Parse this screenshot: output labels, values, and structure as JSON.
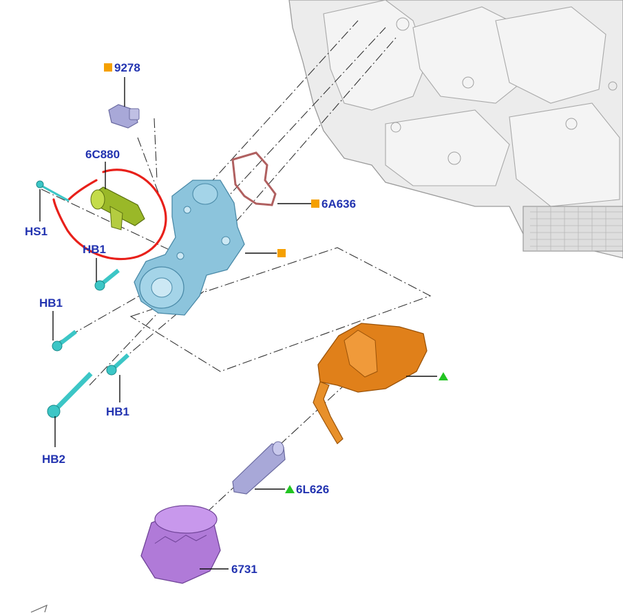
{
  "labels": {
    "sensor_9278": "9278",
    "solenoid_6c880": "6C880",
    "gasket_6a636": "6A636",
    "stud_hs1": "HS1",
    "bolt_hb1_a": "HB1",
    "bolt_hb1_b": "HB1",
    "bolt_hb1_c": "HB1",
    "bolt_hb2": "HB2",
    "adapter_6l626": "6L626",
    "filter_6731": "6731"
  },
  "colors": {
    "label_text": "#2233b0",
    "square_marker": "#f5a000",
    "triangle_marker": "#22c422",
    "highlight_circle": "#e8201a",
    "bolts": "#3cc6c6",
    "oil_filter_housing": "#8cc4dc",
    "solenoid": "#9ab828",
    "oil_cooler": "#e0801a",
    "oil_filter": "#b07ad8",
    "sensor": "#a8a8d8",
    "gasket": "#b06060",
    "engine_block": "#e8e8e8"
  },
  "markers": {
    "square": "square-marker",
    "triangle": "triangle-marker"
  }
}
